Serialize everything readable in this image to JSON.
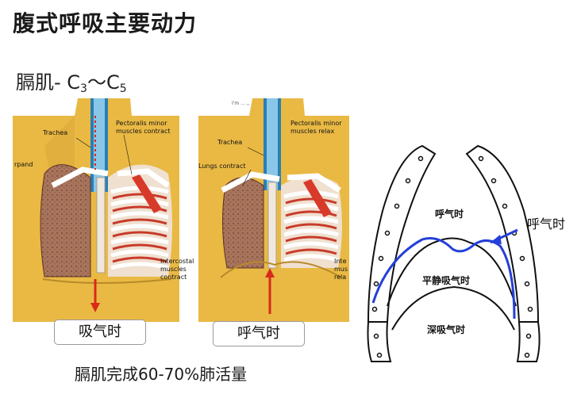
{
  "slide": {
    "title": "腹式呼吸主要动力",
    "subtitle_main": "膈肌- C",
    "subtitle_sub1": "3",
    "subtitle_mid": "～C",
    "subtitle_sub2": "5",
    "caption": "膈肌完成60-70%肺活量"
  },
  "figure_left": {
    "tiny_header": "I'm ... ,, ,,,",
    "labels": {
      "trachea": "Trachea",
      "expand": "rpand",
      "pectoralis_line1": "Pectoralis minor",
      "pectoralis_line2": "muscles contract",
      "intercostal_line1": "Intercostal",
      "intercostal_line2": "muscles",
      "intercostal_line3": "contract"
    },
    "box_label": "吸气时"
  },
  "figure_right": {
    "labels": {
      "trachea": "Trachea",
      "lungs": "Lungs contract",
      "pectoralis_line1": "Pectoralis minor",
      "pectoralis_line2": "muscles relax",
      "inter_line1": "Inte",
      "inter_line2": "mus",
      "inter_line3": "rela"
    },
    "box_label": "呼气时"
  },
  "figure_diaphragm": {
    "labels": {
      "exhale_inner": "呼气时",
      "exhale_outer": "呼气时",
      "calm_inhale": "平静吸气时",
      "deep_inhale": "深吸气时"
    },
    "colors": {
      "highlight": "#2440d8",
      "outline": "#111111"
    }
  }
}
